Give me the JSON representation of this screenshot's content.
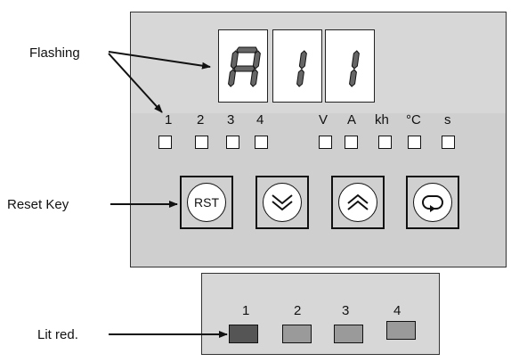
{
  "display": {
    "digits": [
      "A",
      "1",
      "1"
    ]
  },
  "leds": [
    {
      "label": "1",
      "state": "on"
    },
    {
      "label": "2",
      "state": "off"
    },
    {
      "label": "3",
      "state": "off"
    },
    {
      "label": "4",
      "state": "off"
    },
    {
      "label": "V",
      "state": "off"
    },
    {
      "label": "A",
      "state": "on"
    },
    {
      "label": "kh",
      "state": "off"
    },
    {
      "label": "°C",
      "state": "off"
    },
    {
      "label": "s",
      "state": "off"
    }
  ],
  "keys": [
    {
      "name": "reset-key",
      "label": "RST"
    },
    {
      "name": "down-key",
      "icon": "double-chevron-down-icon"
    },
    {
      "name": "up-key",
      "icon": "double-chevron-up-icon"
    },
    {
      "name": "enter-key",
      "icon": "loop-arrow-icon"
    }
  ],
  "sub_leds": [
    {
      "label": "1",
      "state": "lit"
    },
    {
      "label": "2",
      "state": "off"
    },
    {
      "label": "3",
      "state": "off"
    },
    {
      "label": "4",
      "state": "off"
    }
  ],
  "callouts": {
    "flashing": "Flashing",
    "reset_key": "Reset Key",
    "lit_red": "Lit red."
  },
  "colors": {
    "panel": "#d7d7d7",
    "led_on": "#666666",
    "sub_led_lit": "#555555",
    "sub_led_off": "#9a9a9a"
  }
}
